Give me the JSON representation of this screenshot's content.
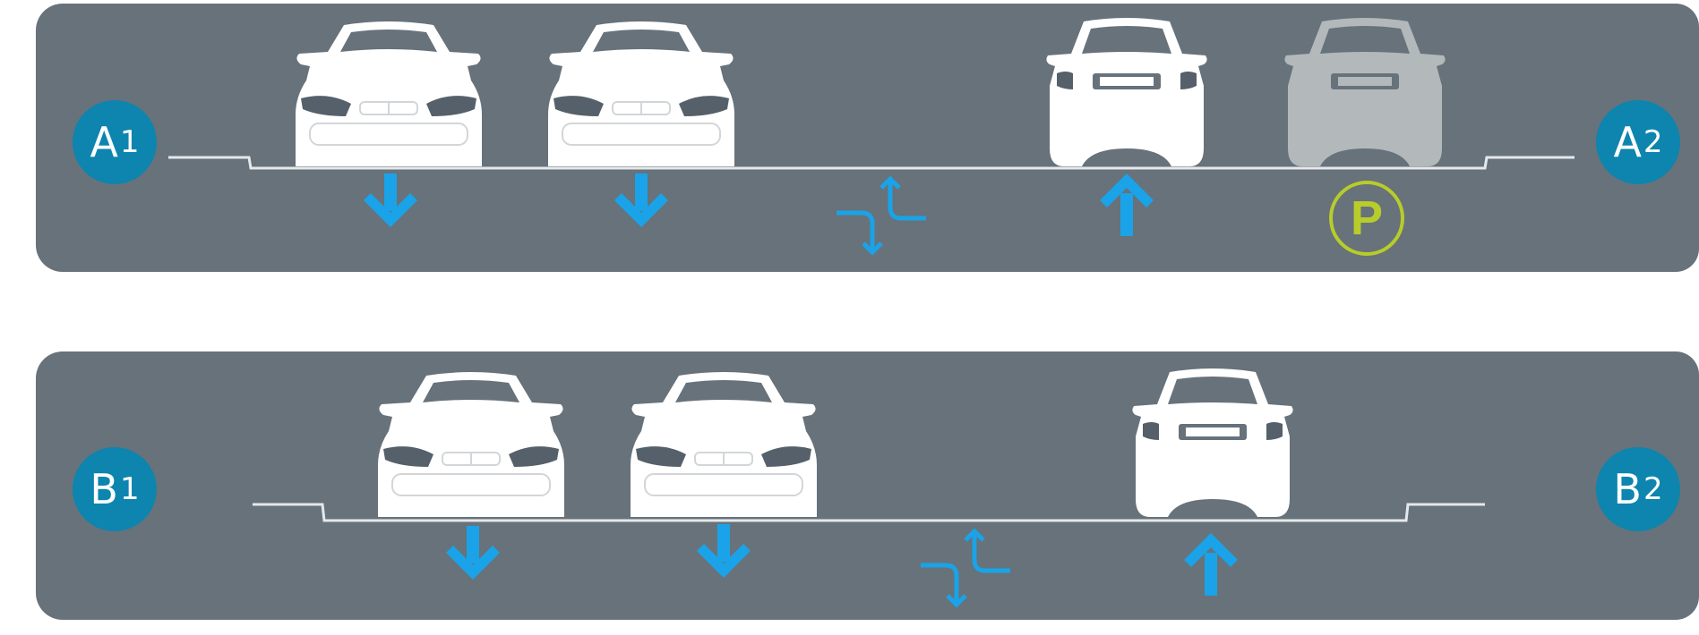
{
  "rows": [
    {
      "id": "A",
      "left_label": {
        "letter": "A",
        "sub": "1"
      },
      "right_label": {
        "letter": "A",
        "sub": "2"
      },
      "lanes": [
        "down",
        "down",
        "shared-turn",
        "up",
        "parking"
      ],
      "parking_symbol": "P"
    },
    {
      "id": "B",
      "left_label": {
        "letter": "B",
        "sub": "1"
      },
      "right_label": {
        "letter": "B",
        "sub": "2"
      },
      "lanes": [
        "down",
        "down",
        "shared-turn",
        "up"
      ]
    }
  ],
  "colors": {
    "panel": "#67727b",
    "badge": "#0d85ae",
    "arrow": "#1aa3e8",
    "car": "#ffffff",
    "parked_car": "#b3b8bb",
    "parking": "#b8cc2a"
  },
  "icons": [
    "car-front-icon",
    "car-rear-icon",
    "arrow-down-icon",
    "arrow-up-icon",
    "turn-lane-icon",
    "parking-icon"
  ]
}
